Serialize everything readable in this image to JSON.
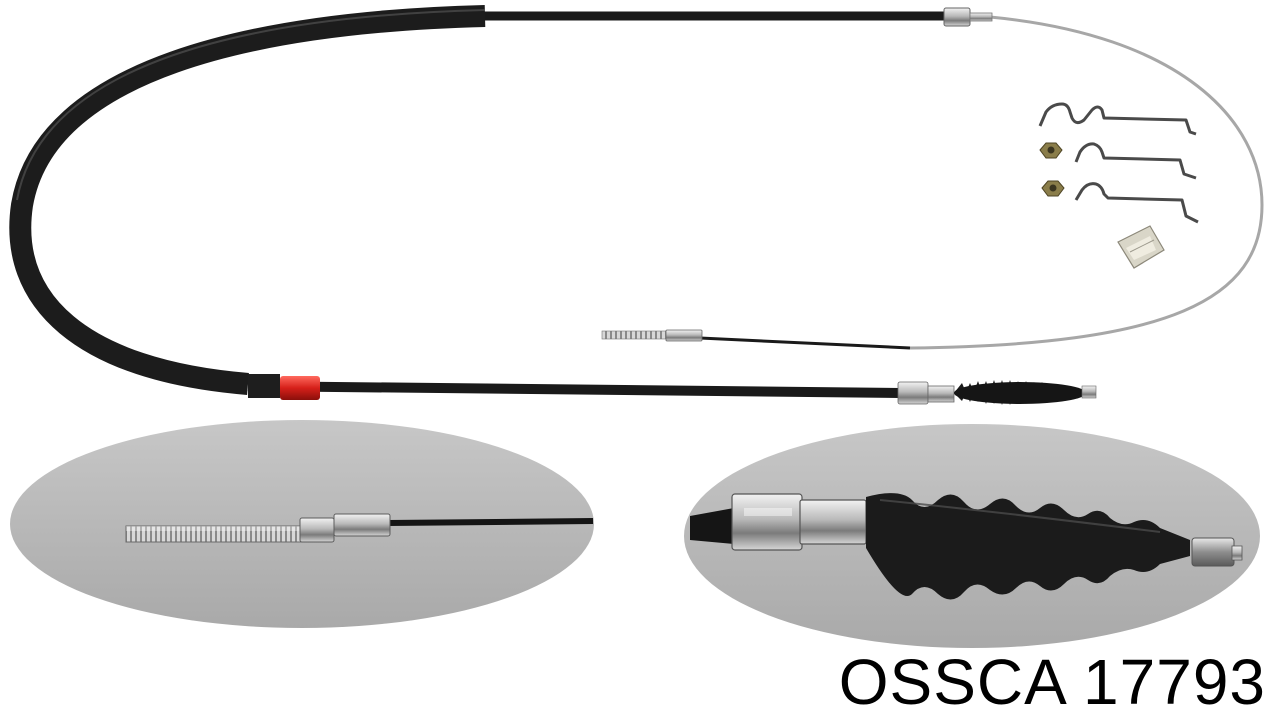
{
  "caption": {
    "text": "OSSCA 17793"
  },
  "colors": {
    "background": "#ffffff",
    "cable_sheath": "#1a1a1a",
    "inner_wire": "#a7a7a7",
    "sleeve_red": "#d6201a",
    "zoom_ellipse": "#b4b4b4",
    "caption_text": "#000000"
  },
  "parts": {
    "cable": "brake-cable",
    "insets": [
      "thread-end-detail",
      "boot-end-detail"
    ],
    "hardware": [
      "clip",
      "clip",
      "clip",
      "nut",
      "nut",
      "plastic-bushing"
    ]
  }
}
